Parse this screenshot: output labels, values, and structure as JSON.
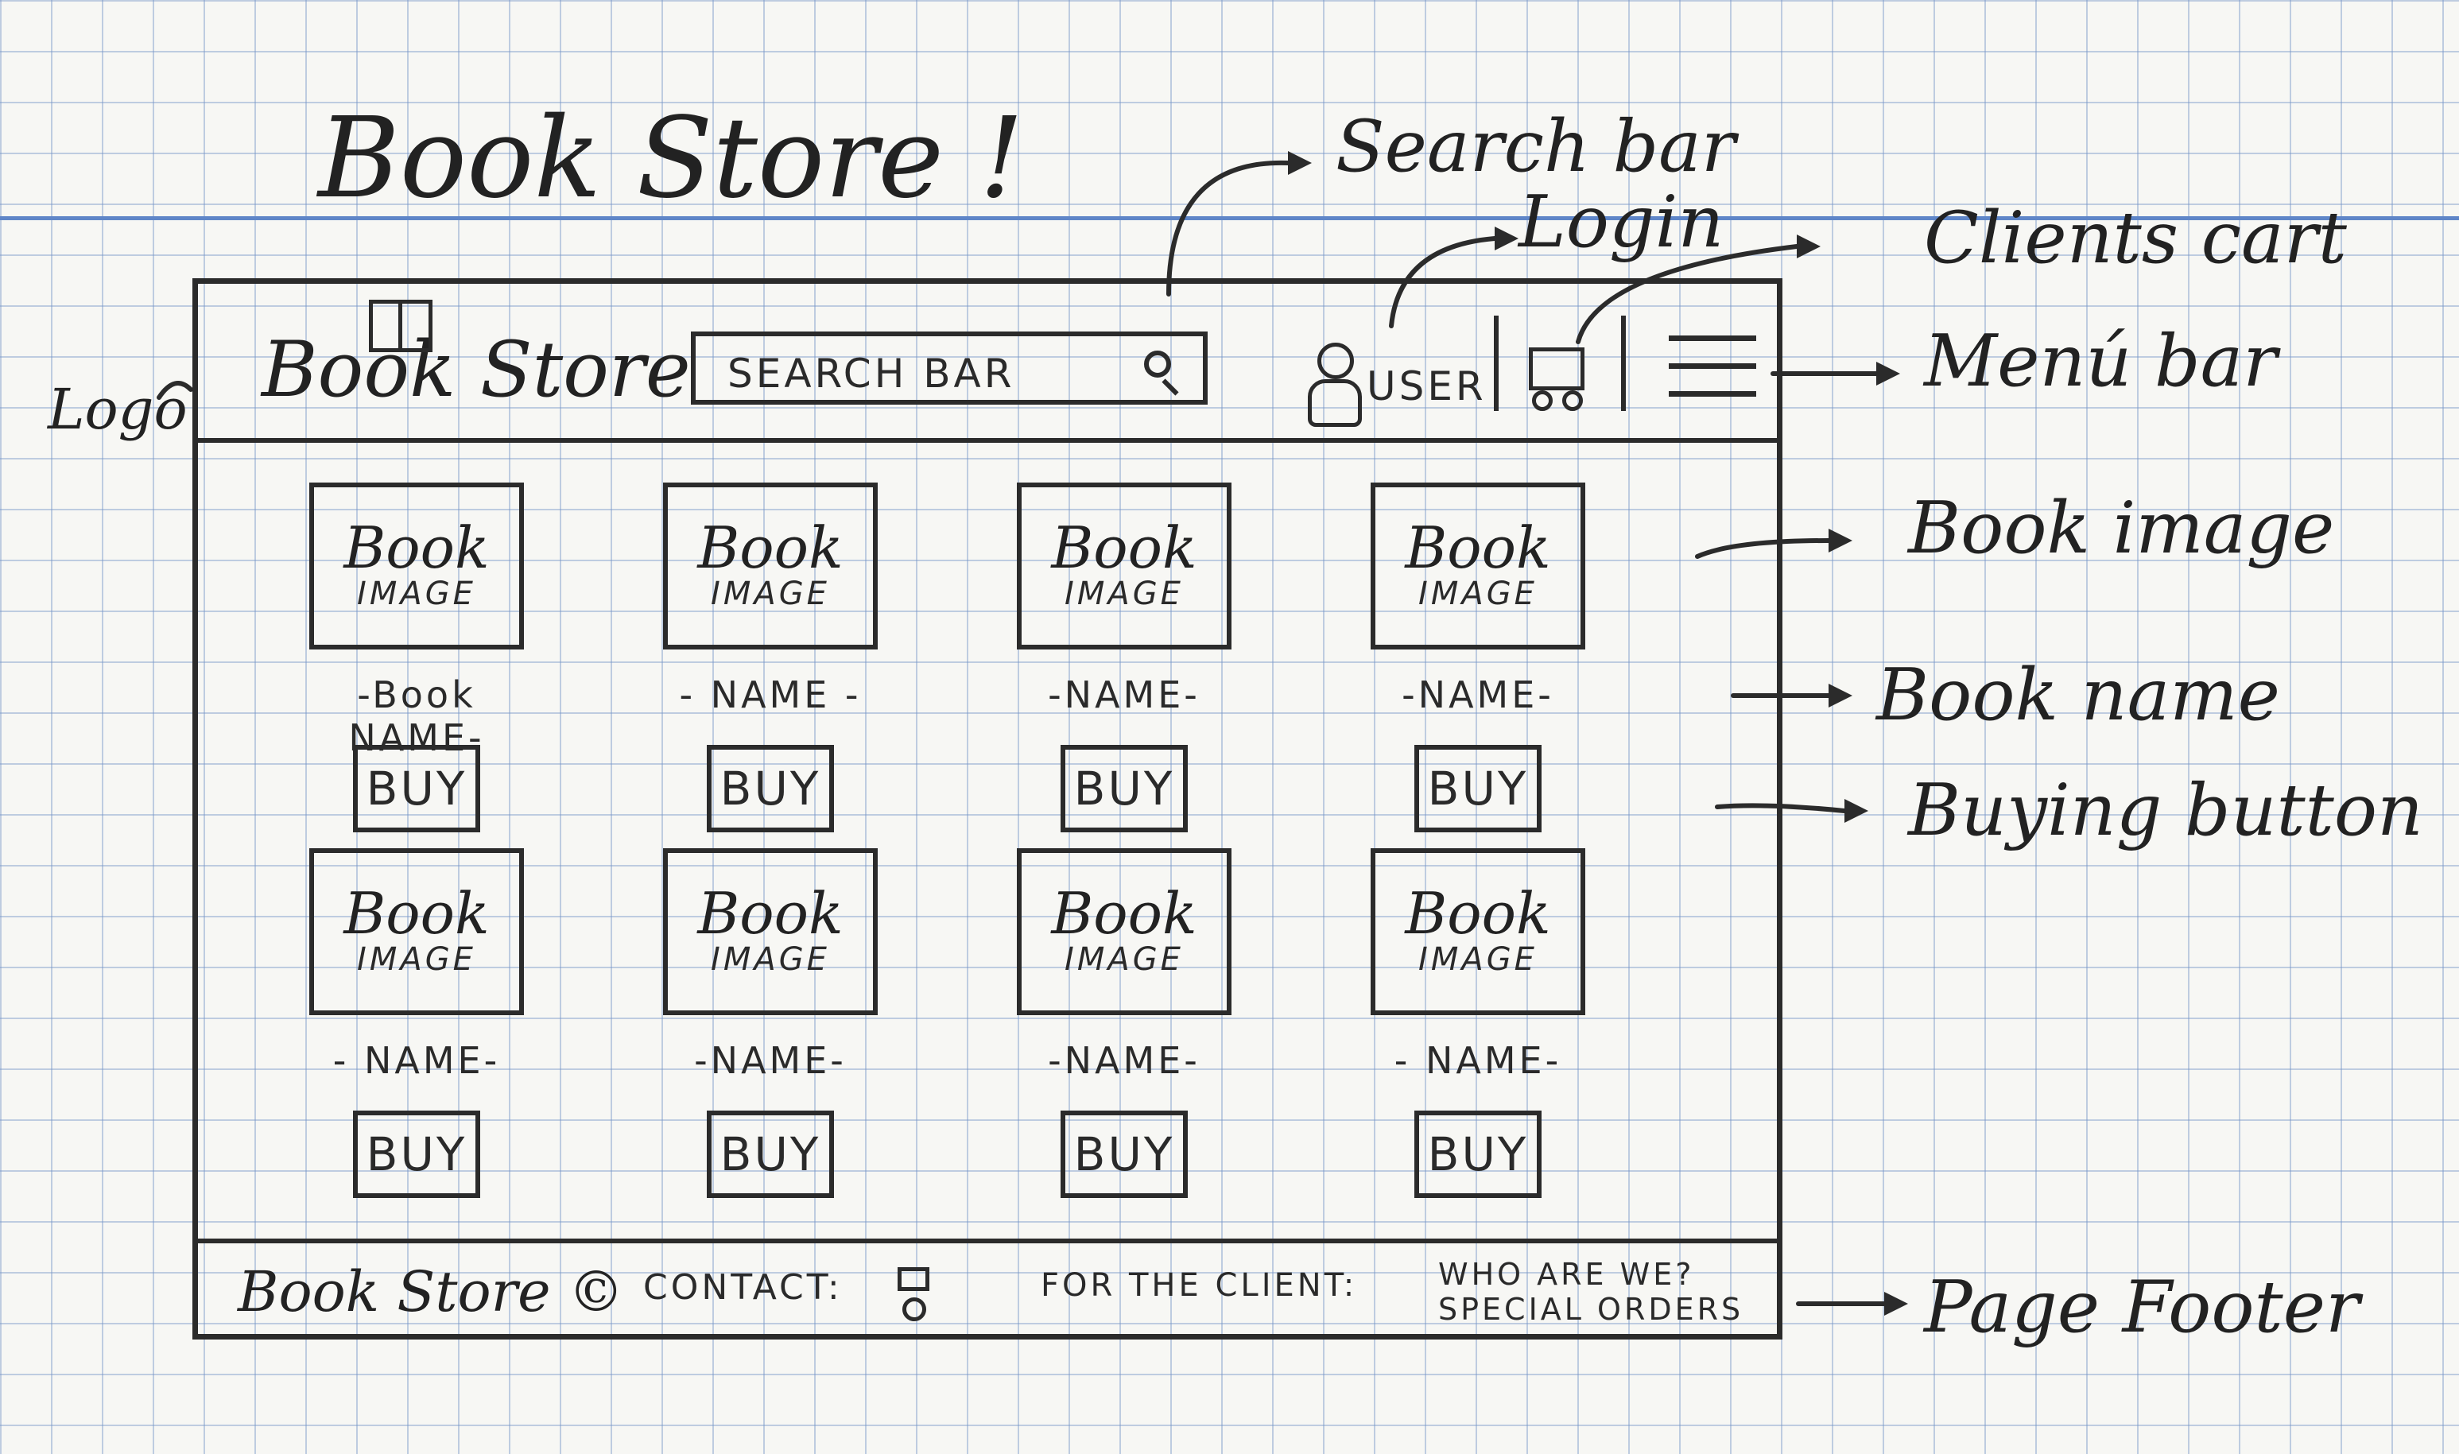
{
  "sheet_title": "Book Store !",
  "wireframe": {
    "header": {
      "logo": "Book Store",
      "search_placeholder": "SEARCH BAR",
      "user_label": "USER"
    },
    "books": [
      {
        "image_line1": "Book",
        "image_line2": "IMAGE",
        "name": "-Book NAME-",
        "buy": "BUY"
      },
      {
        "image_line1": "Book",
        "image_line2": "IMAGE",
        "name": "- NAME -",
        "buy": "BUY"
      },
      {
        "image_line1": "Book",
        "image_line2": "IMAGE",
        "name": "-NAME-",
        "buy": "BUY"
      },
      {
        "image_line1": "Book",
        "image_line2": "IMAGE",
        "name": "-NAME-",
        "buy": "BUY"
      },
      {
        "image_line1": "Book",
        "image_line2": "IMAGE",
        "name": "- NAME-",
        "buy": "BUY"
      },
      {
        "image_line1": "Book",
        "image_line2": "IMAGE",
        "name": "-NAME-",
        "buy": "BUY"
      },
      {
        "image_line1": "Book",
        "image_line2": "IMAGE",
        "name": "-NAME-",
        "buy": "BUY"
      },
      {
        "image_line1": "Book",
        "image_line2": "IMAGE",
        "name": "- NAME-",
        "buy": "BUY"
      }
    ],
    "footer": {
      "brand": "Book Store ©",
      "contact": "CONTACT:",
      "for_client": "FOR THE CLIENT:",
      "links": [
        "WHO ARE WE?",
        "SPECIAL ORDERS"
      ]
    }
  },
  "annotations": {
    "logo": "Logo",
    "search_bar": "Search bar",
    "login": "Login",
    "clients_cart": "Clients cart",
    "menu_bar": "Menú bar",
    "book_image": "Book image",
    "book_name": "Book name",
    "buying_button": "Buying button",
    "page_footer": "Page Footer"
  }
}
